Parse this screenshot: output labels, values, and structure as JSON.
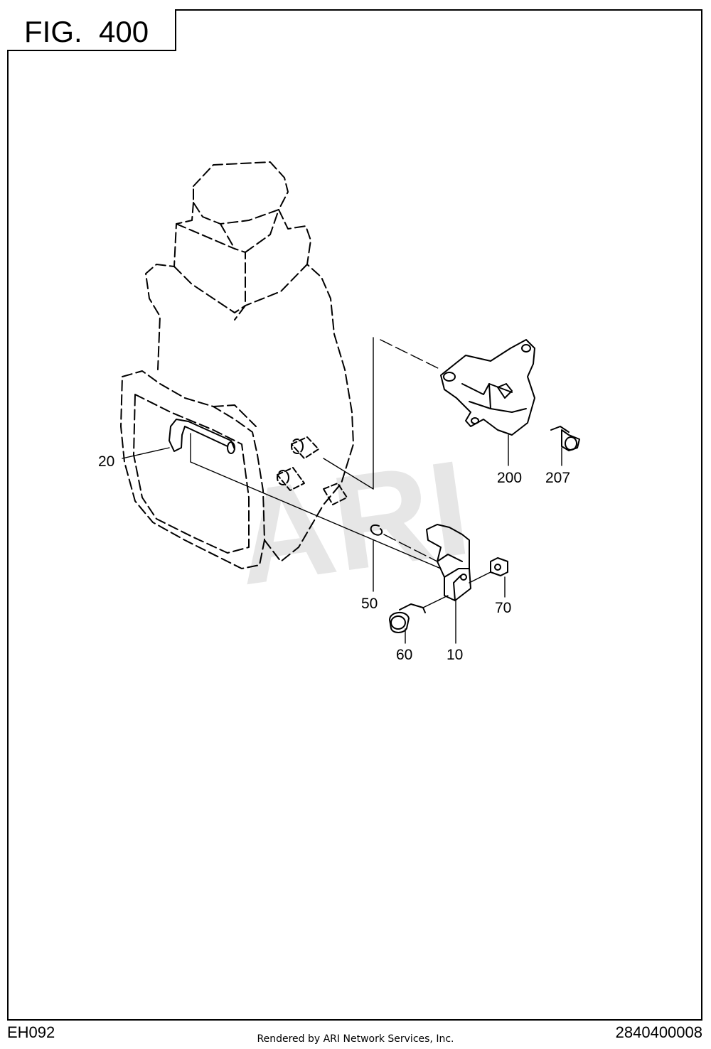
{
  "figure": {
    "title": "FIG.  400"
  },
  "watermark": "ARI",
  "callouts": [
    {
      "id": "20",
      "label": "20"
    },
    {
      "id": "200",
      "label": "200"
    },
    {
      "id": "207",
      "label": "207"
    },
    {
      "id": "50",
      "label": "50"
    },
    {
      "id": "70",
      "label": "70"
    },
    {
      "id": "60",
      "label": "60"
    },
    {
      "id": "10",
      "label": "10"
    }
  ],
  "footer": {
    "model_code": "EH092",
    "rendered_by": "Rendered by ARI Network Services, Inc.",
    "part_number": "2840400008"
  }
}
